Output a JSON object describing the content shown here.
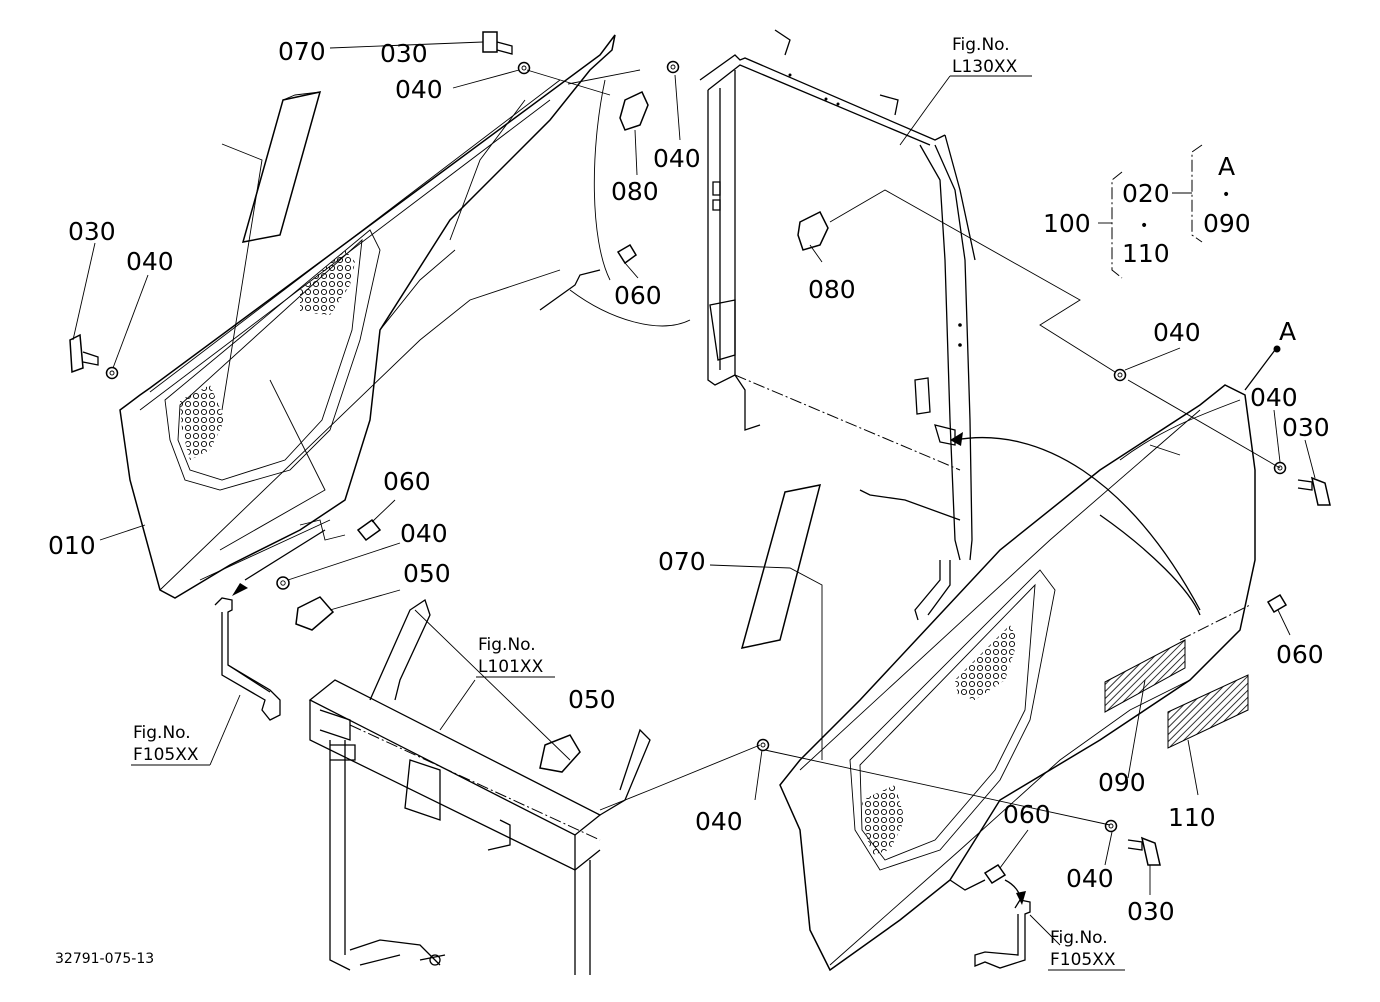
{
  "labels": {
    "l070_a": "070",
    "l030_a": "030",
    "l040_a": "040",
    "l030_b": "030",
    "l040_b": "040",
    "l040_c": "040",
    "l080_a": "080",
    "l080_b": "080",
    "l060_a": "060",
    "l010": "010",
    "l060_b": "060",
    "l040_d": "040",
    "l050_a": "050",
    "l050_b": "050",
    "l070_b": "070",
    "l040_e": "040",
    "l040_f": "040",
    "l030_c": "030",
    "l040_g": "040",
    "l060_c": "060",
    "l090": "090",
    "l110": "110",
    "l060_d": "060",
    "l040_h": "040",
    "l030_d": "030"
  },
  "refs": {
    "l130": {
      "fig": "Fig.No.",
      "code": "L130XX"
    },
    "l101": {
      "fig": "Fig.No.",
      "code": "L101XX"
    },
    "f105_a": {
      "fig": "Fig.No.",
      "code": "F105XX"
    },
    "f105_b": {
      "fig": "Fig.No.",
      "code": "F105XX"
    }
  },
  "kit": {
    "group": "100",
    "item1": "020",
    "item2": "110",
    "sub_ref": "A",
    "sub_item": "090",
    "dot": "•"
  },
  "marker_a": "A",
  "drawing_number": "32791-075-13"
}
